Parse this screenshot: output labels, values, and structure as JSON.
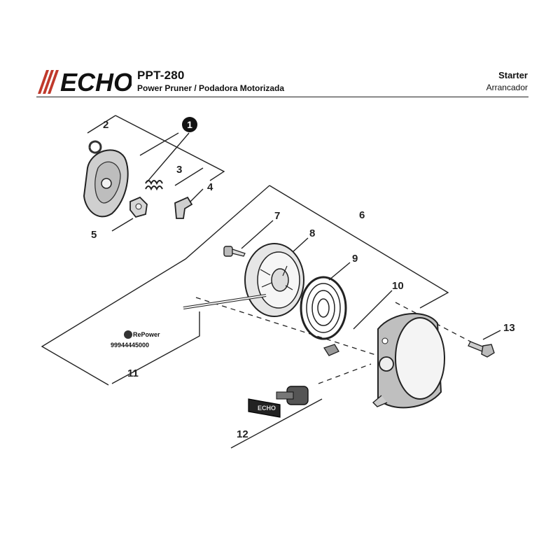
{
  "brand": {
    "logo_text": "ECHO"
  },
  "header": {
    "model": "PPT-280",
    "subtitle": "Power Pruner / Podadora Motorizada",
    "section_title": "Starter",
    "section_subtitle": "Arrancador"
  },
  "callouts": {
    "c1": "1",
    "c2": "2",
    "c3": "3",
    "c4": "4",
    "c5": "5",
    "c6": "6",
    "c7": "7",
    "c8": "8",
    "c9": "9",
    "c10": "10",
    "c11": "11",
    "c12": "12",
    "c13": "13"
  },
  "rope_label": {
    "brand": "RePower",
    "part_number": "99944445000"
  },
  "handle_label": "ECHO"
}
